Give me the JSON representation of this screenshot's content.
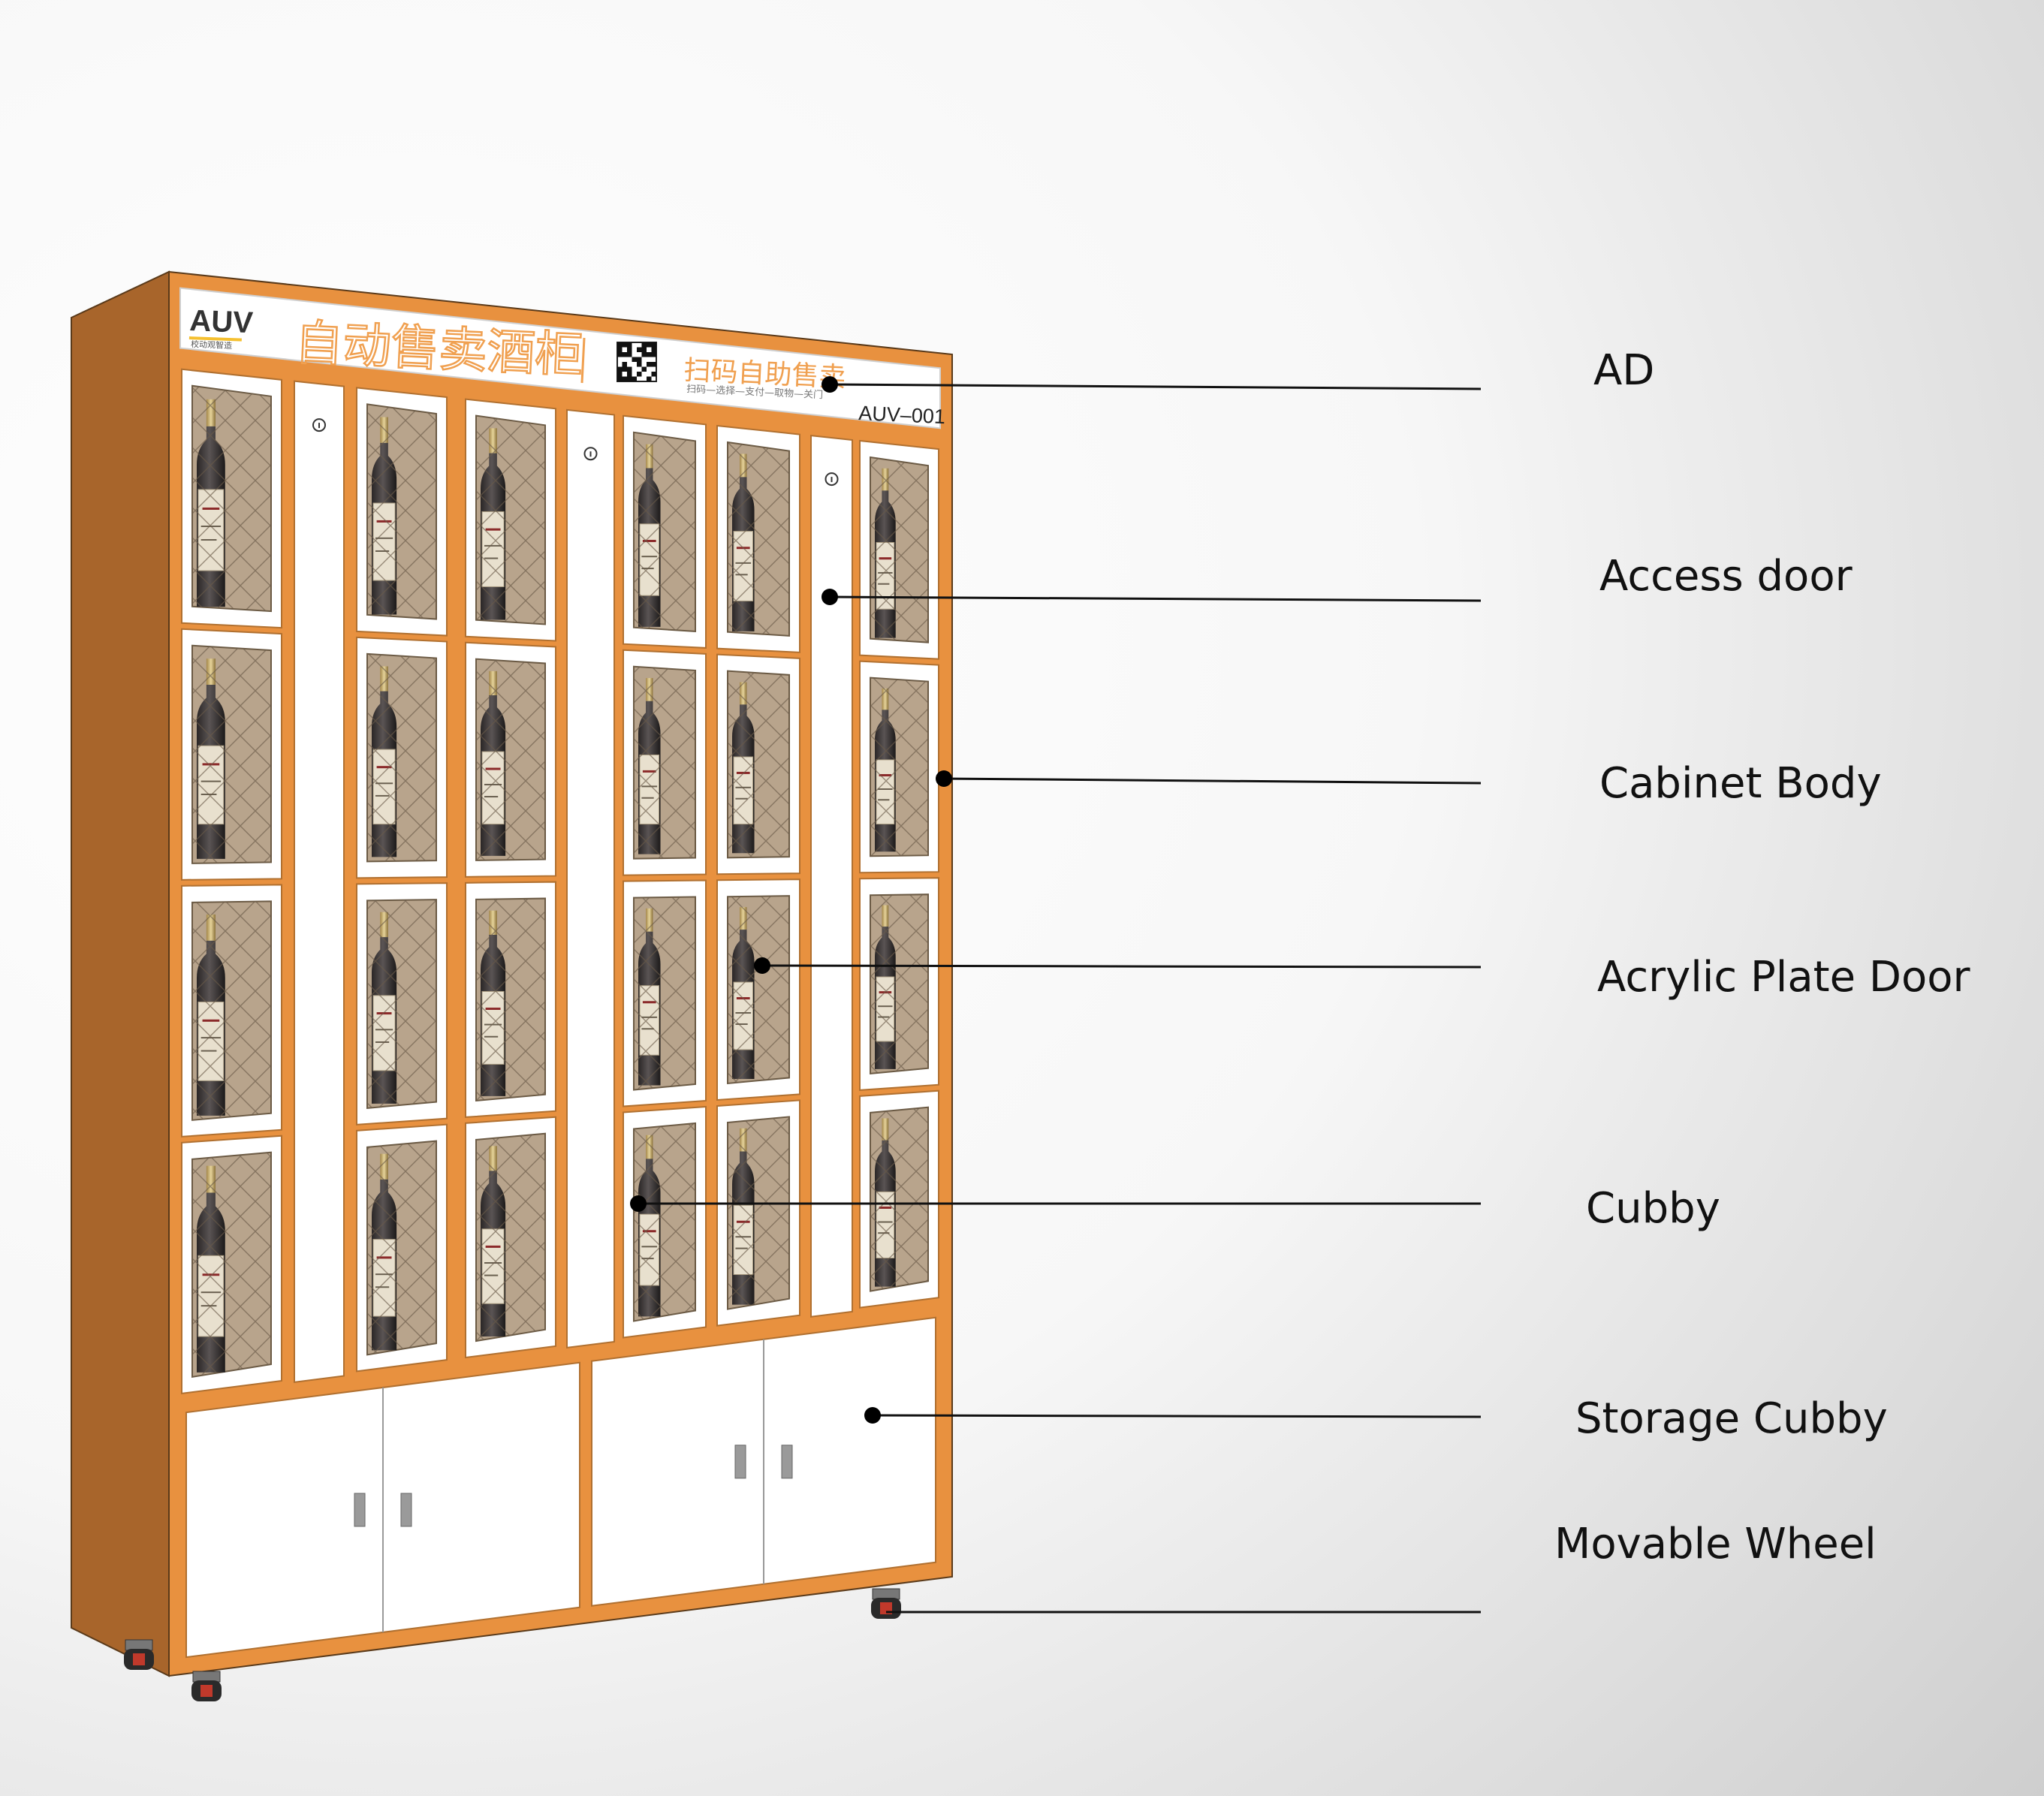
{
  "brand": {
    "logo_text": "AUV",
    "logo_subtext": "校动观智造",
    "headline": "自动售卖酒柜",
    "scan_title": "扫码自助售卖",
    "scan_steps": "扫码—选择—支付—取物—关门",
    "model": "AUV–001"
  },
  "callouts": [
    {
      "id": "ad",
      "label": "AD"
    },
    {
      "id": "access-door",
      "label": "Access door"
    },
    {
      "id": "cabinet-body",
      "label": "Cabinet Body"
    },
    {
      "id": "acrylic-plate-door",
      "label": "Acrylic Plate Door"
    },
    {
      "id": "cubby",
      "label": "Cubby"
    },
    {
      "id": "storage-cubby",
      "label": "Storage Cubby"
    },
    {
      "id": "movable-wheel",
      "label": "Movable Wheel"
    }
  ],
  "colors": {
    "cabinet_front": "#E8913F",
    "cabinet_side": "#A8652B",
    "cabinet_top": "#C87A35",
    "door_frame": "#FFFFFF",
    "acrylic_pane": "#B8A48C",
    "bottle_glass": "#3E3A3A",
    "label_paper": "#E8E0CE",
    "headline_orange": "#F0A050"
  }
}
